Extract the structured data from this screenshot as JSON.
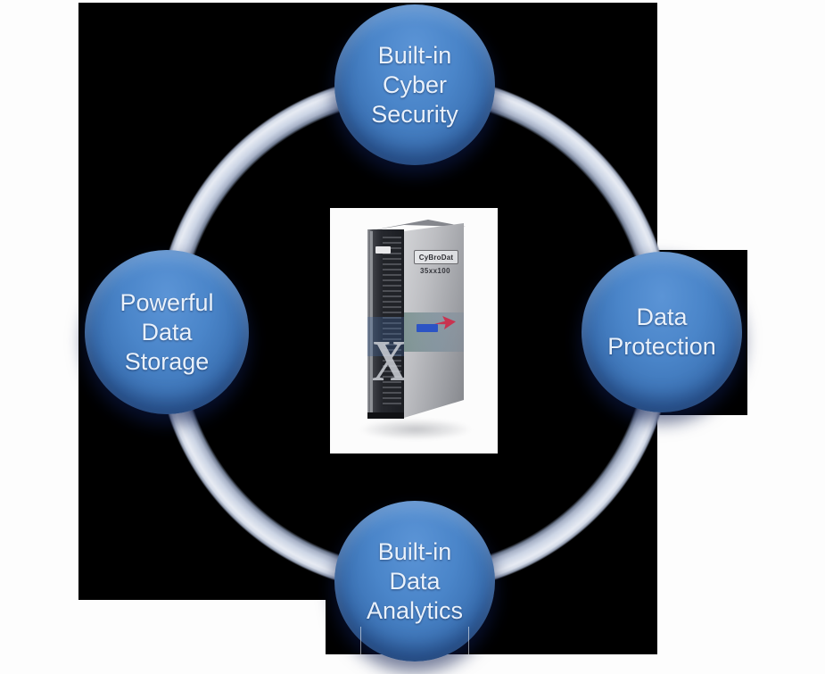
{
  "diagram": {
    "nodes": [
      {
        "id": "top",
        "lines": [
          "Built-in",
          "Cyber",
          "Security"
        ]
      },
      {
        "id": "right",
        "lines": [
          "Data",
          "Protection"
        ]
      },
      {
        "id": "bottom",
        "lines": [
          "Built-in",
          "Data",
          "Analytics"
        ]
      },
      {
        "id": "left",
        "lines": [
          "Powerful",
          "Data",
          "Storage"
        ]
      }
    ],
    "appliance": {
      "brand": "CyBroDat",
      "model": "35xx100",
      "front_letter": "X"
    },
    "colors": {
      "node_fill": "#3f76b8",
      "node_text": "#e9f1fb",
      "ring": "#ccd5e5",
      "panel": "#000000",
      "canvas": "#fdfdfd",
      "logo_blue": "#2c54c4",
      "logo_red": "#c93350"
    }
  }
}
